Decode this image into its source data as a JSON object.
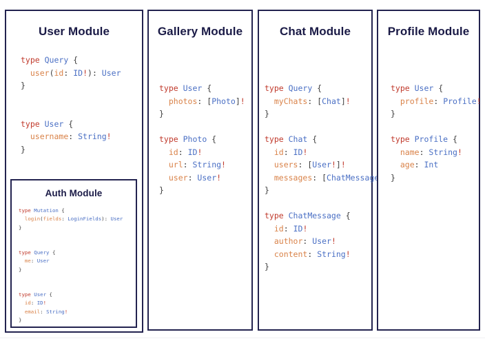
{
  "panels": [
    {
      "id": "user",
      "title": "User Module",
      "code_lines": [
        [
          {
            "t": "type ",
            "c": "kw"
          },
          {
            "t": "Query",
            "c": "tp"
          },
          {
            "t": " {",
            "c": "pn"
          }
        ],
        [
          {
            "t": "  ",
            "c": "pn"
          },
          {
            "t": "user",
            "c": "fld"
          },
          {
            "t": "(",
            "c": "pn"
          },
          {
            "t": "id",
            "c": "fld"
          },
          {
            "t": ": ",
            "c": "pn"
          },
          {
            "t": "ID",
            "c": "tp"
          },
          {
            "t": "!",
            "c": "bang"
          },
          {
            "t": "): ",
            "c": "pn"
          },
          {
            "t": "User",
            "c": "tp"
          }
        ],
        [
          {
            "t": "}",
            "c": "pn"
          }
        ],
        [
          {
            "t": "",
            "c": "pn"
          }
        ],
        [
          {
            "t": "",
            "c": "pn"
          }
        ],
        [
          {
            "t": "type ",
            "c": "kw"
          },
          {
            "t": "User",
            "c": "tp"
          },
          {
            "t": " {",
            "c": "pn"
          }
        ],
        [
          {
            "t": "  ",
            "c": "pn"
          },
          {
            "t": "username",
            "c": "fld"
          },
          {
            "t": ": ",
            "c": "pn"
          },
          {
            "t": "String",
            "c": "tp"
          },
          {
            "t": "!",
            "c": "bang"
          }
        ],
        [
          {
            "t": "}",
            "c": "pn"
          }
        ]
      ],
      "nested": {
        "id": "auth",
        "title": "Auth Module",
        "code_lines": [
          [
            {
              "t": "type ",
              "c": "kw"
            },
            {
              "t": "Mutation",
              "c": "tp"
            },
            {
              "t": " {",
              "c": "pn"
            }
          ],
          [
            {
              "t": "  ",
              "c": "pn"
            },
            {
              "t": "login",
              "c": "fld"
            },
            {
              "t": "(",
              "c": "pn"
            },
            {
              "t": "fields",
              "c": "fld"
            },
            {
              "t": ": ",
              "c": "pn"
            },
            {
              "t": "LoginFields",
              "c": "tp"
            },
            {
              "t": "): ",
              "c": "pn"
            },
            {
              "t": "User",
              "c": "tp"
            }
          ],
          [
            {
              "t": "}",
              "c": "pn"
            }
          ],
          [
            {
              "t": "",
              "c": "pn"
            }
          ],
          [
            {
              "t": "",
              "c": "pn"
            }
          ],
          [
            {
              "t": "type ",
              "c": "kw"
            },
            {
              "t": "Query",
              "c": "tp"
            },
            {
              "t": " {",
              "c": "pn"
            }
          ],
          [
            {
              "t": "  ",
              "c": "pn"
            },
            {
              "t": "me",
              "c": "fld"
            },
            {
              "t": ": ",
              "c": "pn"
            },
            {
              "t": "User",
              "c": "tp"
            }
          ],
          [
            {
              "t": "}",
              "c": "pn"
            }
          ],
          [
            {
              "t": "",
              "c": "pn"
            }
          ],
          [
            {
              "t": "",
              "c": "pn"
            }
          ],
          [
            {
              "t": "type ",
              "c": "kw"
            },
            {
              "t": "User",
              "c": "tp"
            },
            {
              "t": " {",
              "c": "pn"
            }
          ],
          [
            {
              "t": "  ",
              "c": "pn"
            },
            {
              "t": "id",
              "c": "fld"
            },
            {
              "t": ": ",
              "c": "pn"
            },
            {
              "t": "ID",
              "c": "tp"
            },
            {
              "t": "!",
              "c": "bang"
            }
          ],
          [
            {
              "t": "  ",
              "c": "pn"
            },
            {
              "t": "email",
              "c": "fld"
            },
            {
              "t": ": ",
              "c": "pn"
            },
            {
              "t": "String",
              "c": "tp"
            },
            {
              "t": "!",
              "c": "bang"
            }
          ],
          [
            {
              "t": "}",
              "c": "pn"
            }
          ]
        ]
      }
    },
    {
      "id": "gallery",
      "title": "Gallery Module",
      "code_lines": [
        [
          {
            "t": "type ",
            "c": "kw"
          },
          {
            "t": "User",
            "c": "tp"
          },
          {
            "t": " {",
            "c": "pn"
          }
        ],
        [
          {
            "t": "  ",
            "c": "pn"
          },
          {
            "t": "photos",
            "c": "fld"
          },
          {
            "t": ": ",
            "c": "pn"
          },
          {
            "t": "[",
            "c": "pn"
          },
          {
            "t": "Photo",
            "c": "tp"
          },
          {
            "t": "]",
            "c": "pn"
          },
          {
            "t": "!",
            "c": "bang"
          }
        ],
        [
          {
            "t": "}",
            "c": "pn"
          }
        ],
        [
          {
            "t": "",
            "c": "pn"
          }
        ],
        [
          {
            "t": "type ",
            "c": "kw"
          },
          {
            "t": "Photo",
            "c": "tp"
          },
          {
            "t": " {",
            "c": "pn"
          }
        ],
        [
          {
            "t": "  ",
            "c": "pn"
          },
          {
            "t": "id",
            "c": "fld"
          },
          {
            "t": ": ",
            "c": "pn"
          },
          {
            "t": "ID",
            "c": "tp"
          },
          {
            "t": "!",
            "c": "bang"
          }
        ],
        [
          {
            "t": "  ",
            "c": "pn"
          },
          {
            "t": "url",
            "c": "fld"
          },
          {
            "t": ": ",
            "c": "pn"
          },
          {
            "t": "String",
            "c": "tp"
          },
          {
            "t": "!",
            "c": "bang"
          }
        ],
        [
          {
            "t": "  ",
            "c": "pn"
          },
          {
            "t": "user",
            "c": "fld"
          },
          {
            "t": ": ",
            "c": "pn"
          },
          {
            "t": "User",
            "c": "tp"
          },
          {
            "t": "!",
            "c": "bang"
          }
        ],
        [
          {
            "t": "}",
            "c": "pn"
          }
        ]
      ],
      "nested": null
    },
    {
      "id": "chat",
      "title": "Chat Module",
      "code_lines": [
        [
          {
            "t": "type ",
            "c": "kw"
          },
          {
            "t": "Query",
            "c": "tp"
          },
          {
            "t": " {",
            "c": "pn"
          }
        ],
        [
          {
            "t": "  ",
            "c": "pn"
          },
          {
            "t": "myChats",
            "c": "fld"
          },
          {
            "t": ": ",
            "c": "pn"
          },
          {
            "t": "[",
            "c": "pn"
          },
          {
            "t": "Chat",
            "c": "tp"
          },
          {
            "t": "]",
            "c": "pn"
          },
          {
            "t": "!",
            "c": "bang"
          }
        ],
        [
          {
            "t": "}",
            "c": "pn"
          }
        ],
        [
          {
            "t": "",
            "c": "pn"
          }
        ],
        [
          {
            "t": "type ",
            "c": "kw"
          },
          {
            "t": "Chat",
            "c": "tp"
          },
          {
            "t": " {",
            "c": "pn"
          }
        ],
        [
          {
            "t": "  ",
            "c": "pn"
          },
          {
            "t": "id",
            "c": "fld"
          },
          {
            "t": ": ",
            "c": "pn"
          },
          {
            "t": "ID",
            "c": "tp"
          },
          {
            "t": "!",
            "c": "bang"
          }
        ],
        [
          {
            "t": "  ",
            "c": "pn"
          },
          {
            "t": "users",
            "c": "fld"
          },
          {
            "t": ": ",
            "c": "pn"
          },
          {
            "t": "[",
            "c": "pn"
          },
          {
            "t": "User",
            "c": "tp"
          },
          {
            "t": "!",
            "c": "bang"
          },
          {
            "t": "]",
            "c": "pn"
          },
          {
            "t": "!",
            "c": "bang"
          }
        ],
        [
          {
            "t": "  ",
            "c": "pn"
          },
          {
            "t": "messages",
            "c": "fld"
          },
          {
            "t": ": ",
            "c": "pn"
          },
          {
            "t": "[",
            "c": "pn"
          },
          {
            "t": "ChatMessage",
            "c": "tp"
          },
          {
            "t": "]",
            "c": "pn"
          },
          {
            "t": "!",
            "c": "bang"
          }
        ],
        [
          {
            "t": "}",
            "c": "pn"
          }
        ],
        [
          {
            "t": "",
            "c": "pn"
          }
        ],
        [
          {
            "t": "type ",
            "c": "kw"
          },
          {
            "t": "ChatMessage",
            "c": "tp"
          },
          {
            "t": " {",
            "c": "pn"
          }
        ],
        [
          {
            "t": "  ",
            "c": "pn"
          },
          {
            "t": "id",
            "c": "fld"
          },
          {
            "t": ": ",
            "c": "pn"
          },
          {
            "t": "ID",
            "c": "tp"
          },
          {
            "t": "!",
            "c": "bang"
          }
        ],
        [
          {
            "t": "  ",
            "c": "pn"
          },
          {
            "t": "author",
            "c": "fld"
          },
          {
            "t": ": ",
            "c": "pn"
          },
          {
            "t": "User",
            "c": "tp"
          },
          {
            "t": "!",
            "c": "bang"
          }
        ],
        [
          {
            "t": "  ",
            "c": "pn"
          },
          {
            "t": "content",
            "c": "fld"
          },
          {
            "t": ": ",
            "c": "pn"
          },
          {
            "t": "String",
            "c": "tp"
          },
          {
            "t": "!",
            "c": "bang"
          }
        ],
        [
          {
            "t": "}",
            "c": "pn"
          }
        ]
      ],
      "nested": null
    },
    {
      "id": "profile",
      "title": "Profile Module",
      "code_lines": [
        [
          {
            "t": "type ",
            "c": "kw"
          },
          {
            "t": "User",
            "c": "tp"
          },
          {
            "t": " {",
            "c": "pn"
          }
        ],
        [
          {
            "t": "  ",
            "c": "pn"
          },
          {
            "t": "profile",
            "c": "fld"
          },
          {
            "t": ": ",
            "c": "pn"
          },
          {
            "t": "Profile",
            "c": "tp"
          },
          {
            "t": "!",
            "c": "bang"
          }
        ],
        [
          {
            "t": "}",
            "c": "pn"
          }
        ],
        [
          {
            "t": "",
            "c": "pn"
          }
        ],
        [
          {
            "t": "type ",
            "c": "kw"
          },
          {
            "t": "Profile",
            "c": "tp"
          },
          {
            "t": " {",
            "c": "pn"
          }
        ],
        [
          {
            "t": "  ",
            "c": "pn"
          },
          {
            "t": "name",
            "c": "fld"
          },
          {
            "t": ": ",
            "c": "pn"
          },
          {
            "t": "String",
            "c": "tp"
          },
          {
            "t": "!",
            "c": "bang"
          }
        ],
        [
          {
            "t": "  ",
            "c": "pn"
          },
          {
            "t": "age",
            "c": "fld"
          },
          {
            "t": ": ",
            "c": "pn"
          },
          {
            "t": "Int",
            "c": "tp"
          }
        ],
        [
          {
            "t": "}",
            "c": "pn"
          }
        ]
      ],
      "nested": null
    }
  ],
  "colors": {
    "panel_border": "#22224f",
    "title_text": "#1a1a46",
    "keyword": "#c0392b",
    "type_name": "#4a6fc4",
    "field_name": "#d98248",
    "punctuation": "#3d3d3d",
    "background": "#ffffff"
  }
}
